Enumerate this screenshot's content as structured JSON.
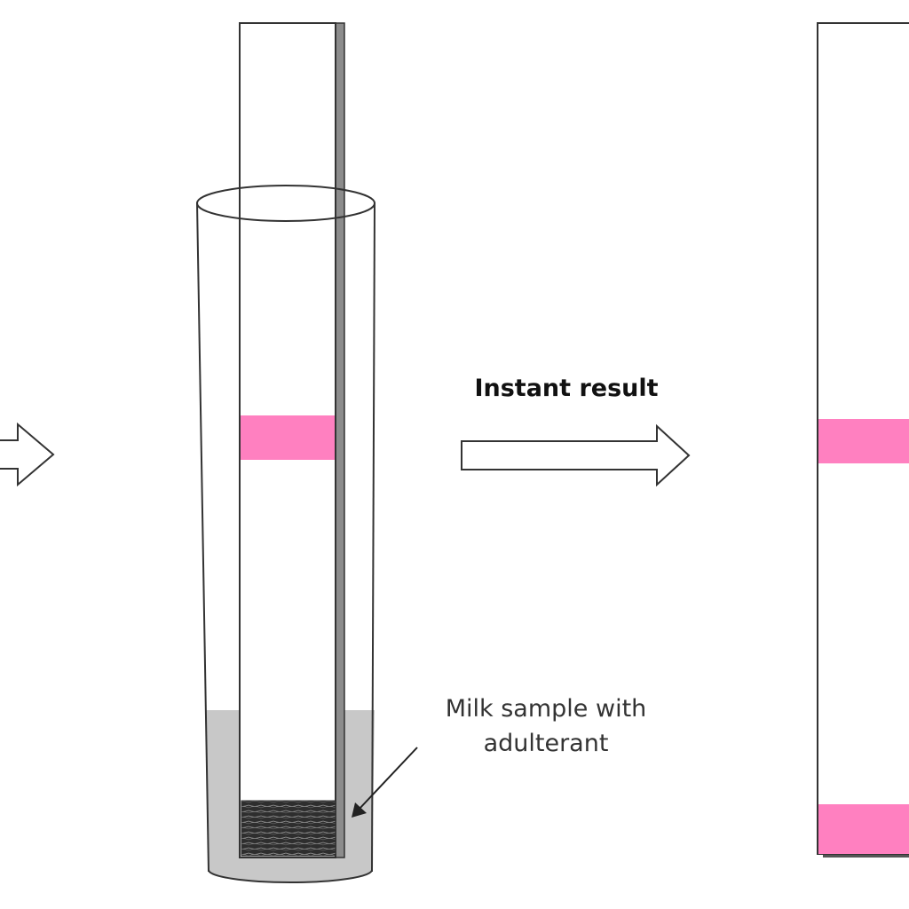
{
  "step_label": "Instant result",
  "callout": {
    "line1": "Milk sample with",
    "line2": "adulterant"
  },
  "colors": {
    "band": "#ff80c0",
    "liquid": "#c8c8c8",
    "outline": "#333333",
    "pad": "#3a3a3a",
    "background": "#ffffff"
  }
}
